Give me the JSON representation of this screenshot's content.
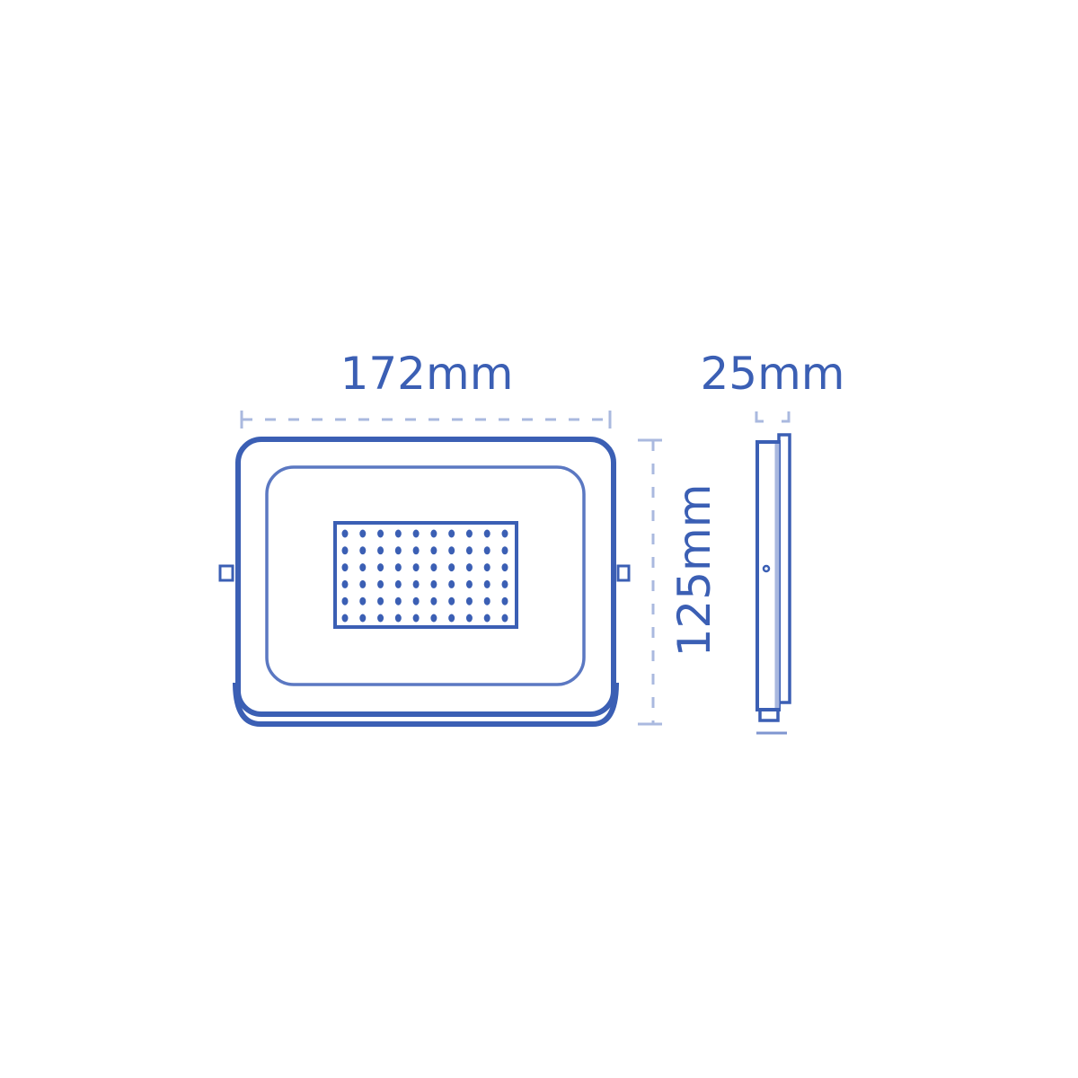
{
  "labels": {
    "width": "172mm",
    "depth": "25mm",
    "height": "125mm"
  },
  "colors": {
    "line": "#3b5fb4",
    "dim_line": "#aab9df",
    "background": "#ffffff"
  },
  "led_grid": {
    "columns": 10,
    "rows": 6
  }
}
